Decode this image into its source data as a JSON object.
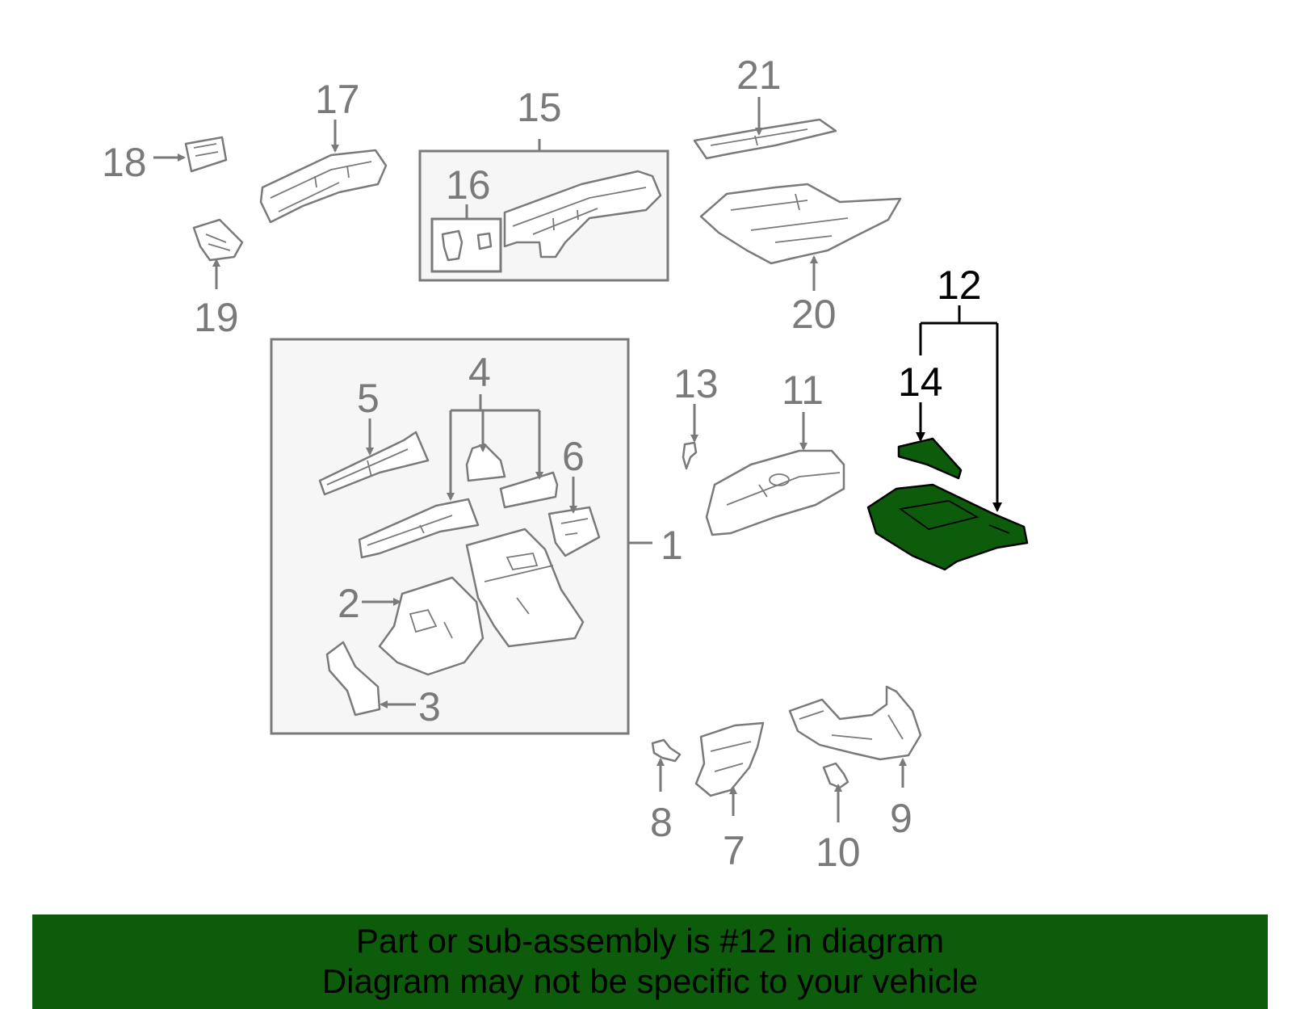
{
  "diagram": {
    "highlight_color": "#0c5c0c",
    "callouts": {
      "c1": "1",
      "c2": "2",
      "c3": "3",
      "c4": "4",
      "c5": "5",
      "c6": "6",
      "c7": "7",
      "c8": "8",
      "c9": "9",
      "c10": "10",
      "c11": "11",
      "c12": "12",
      "c13": "13",
      "c14": "14",
      "c15": "15",
      "c16": "16",
      "c17": "17",
      "c18": "18",
      "c19": "19",
      "c20": "20",
      "c21": "21"
    },
    "highlighted_callouts": [
      "12",
      "14"
    ]
  },
  "footer": {
    "line1": "Part or sub-assembly is #12 in diagram",
    "line2": "Diagram may not be specific to your vehicle",
    "background": "#0c5c0c"
  }
}
